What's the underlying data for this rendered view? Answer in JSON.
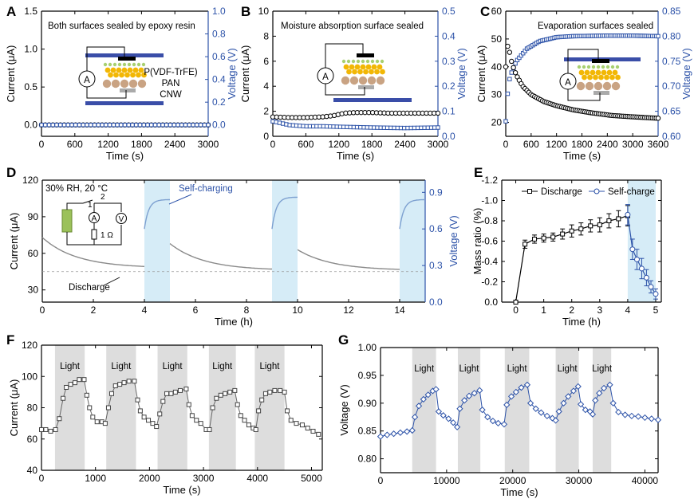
{
  "colors": {
    "black": "#000000",
    "blue": "#2c52a8",
    "gray": "#888888",
    "shade_blue": "#d6ecf7",
    "shade_gray": "#dddddd",
    "bar_blue": "#3a4ea8",
    "dot_green": "#a8d070",
    "dot_yellow": "#f2b705",
    "dot_brown": "#c9a383"
  },
  "chart_data": [
    {
      "panel": "A",
      "type": "scatter",
      "annotation": "Both surfaces sealed by epoxy resin",
      "labels": [
        "P(VDF-TrFE)",
        "PAN",
        "CNW"
      ],
      "meter": "A",
      "xlabel": "Time (s)",
      "ylabel": "Current (μA)",
      "y2label": "Voltage (V)",
      "xlim": [
        0,
        3000
      ],
      "xticks": [
        0,
        600,
        1200,
        1800,
        2400,
        3000
      ],
      "ylim": [
        -0.15,
        1.5
      ],
      "yticks": [
        0.0,
        0.5,
        1.0,
        1.5
      ],
      "ytick_labels": [
        "0.0",
        "0.5",
        "1.0",
        "1.5"
      ],
      "y2lim": [
        -0.1,
        1.0
      ],
      "y2ticks": [
        0.0,
        0.2,
        0.4,
        0.6,
        0.8,
        1.0
      ],
      "y2tick_labels": [
        "0.0",
        "0.2",
        "0.4",
        "0.6",
        "0.8",
        "1.0"
      ],
      "current": {
        "x_start": 0,
        "x_end": 3000,
        "n": 45,
        "y_start": 0.0,
        "y_end": 0.0
      },
      "voltage": {
        "x_start": 0,
        "x_end": 3000,
        "n": 45,
        "y_start": 0.0,
        "y_end": 0.0
      }
    },
    {
      "panel": "B",
      "type": "scatter",
      "annotation": "Moisture absorption surface sealed",
      "meter": "A",
      "xlabel": "Time (s)",
      "ylabel": "Current (μA)",
      "y2label": "Voltage (V)",
      "xlim": [
        0,
        3000
      ],
      "xticks": [
        0,
        600,
        1200,
        1800,
        2400,
        3000
      ],
      "ylim": [
        0,
        10
      ],
      "yticks": [
        0,
        2,
        4,
        6,
        8,
        10
      ],
      "ytick_labels": [
        "0",
        "2",
        "4",
        "6",
        "8",
        "10"
      ],
      "y2lim": [
        0,
        0.5
      ],
      "y2ticks": [
        0.0,
        0.1,
        0.2,
        0.3,
        0.4,
        0.5
      ],
      "y2tick_labels": [
        "0.0",
        "0.1",
        "0.2",
        "0.3",
        "0.4",
        "0.5"
      ],
      "current": {
        "points": [
          [
            0,
            1.55
          ],
          [
            300,
            1.5
          ],
          [
            600,
            1.5
          ],
          [
            900,
            1.55
          ],
          [
            1100,
            1.65
          ],
          [
            1300,
            1.85
          ],
          [
            1500,
            1.9
          ],
          [
            1800,
            1.9
          ],
          [
            2100,
            1.85
          ],
          [
            2400,
            1.85
          ],
          [
            2700,
            1.85
          ],
          [
            3000,
            1.85
          ]
        ],
        "n": 44
      },
      "voltage": {
        "points": [
          [
            0,
            0.06
          ],
          [
            300,
            0.045
          ],
          [
            600,
            0.04
          ],
          [
            900,
            0.04
          ],
          [
            1200,
            0.038
          ],
          [
            1800,
            0.035
          ],
          [
            2400,
            0.033
          ],
          [
            3000,
            0.035
          ]
        ],
        "n": 50
      }
    },
    {
      "panel": "C",
      "type": "scatter",
      "annotation": "Evaporation surfaces sealed",
      "meter": "A",
      "xlabel": "Time (s)",
      "ylabel": "Current (μA)",
      "y2label": "Voltage (V)",
      "xlim": [
        0,
        3600
      ],
      "xticks": [
        0,
        600,
        1200,
        1800,
        2400,
        3000,
        3600
      ],
      "ylim": [
        15,
        60
      ],
      "yticks": [
        20,
        30,
        40,
        50,
        60
      ],
      "ytick_labels": [
        "20",
        "30",
        "40",
        "50",
        "60"
      ],
      "y2lim": [
        0.6,
        0.85
      ],
      "y2ticks": [
        0.6,
        0.65,
        0.7,
        0.75,
        0.8,
        0.85
      ],
      "y2tick_labels": [
        "0.60",
        "0.65",
        "0.70",
        "0.75",
        "0.80",
        "0.85"
      ],
      "current": {
        "points": [
          [
            0,
            40
          ],
          [
            30,
            48
          ],
          [
            80,
            46
          ],
          [
            150,
            41
          ],
          [
            250,
            37
          ],
          [
            400,
            33
          ],
          [
            600,
            30
          ],
          [
            900,
            27.5
          ],
          [
            1200,
            26
          ],
          [
            1600,
            24.5
          ],
          [
            2000,
            23.5
          ],
          [
            2500,
            22.5
          ],
          [
            3000,
            22
          ],
          [
            3600,
            21.5
          ]
        ],
        "n": 80
      },
      "voltage": {
        "points": [
          [
            0,
            0.63
          ],
          [
            30,
            0.675
          ],
          [
            100,
            0.72
          ],
          [
            250,
            0.75
          ],
          [
            500,
            0.775
          ],
          [
            800,
            0.79
          ],
          [
            1200,
            0.798
          ],
          [
            1600,
            0.8
          ],
          [
            2400,
            0.801
          ],
          [
            3000,
            0.801
          ],
          [
            3600,
            0.8
          ]
        ],
        "n": 80
      }
    },
    {
      "panel": "D",
      "type": "line",
      "annotation": "30% RH, 20 °C",
      "label_discharge": "Discharge",
      "label_selfcharge": "Self-charging",
      "circuit_labels": [
        "1",
        "2",
        "A",
        "V",
        "1 Ω"
      ],
      "xlabel": "Time (h)",
      "ylabel": "Current (μA)",
      "y2label": "Voltage (V)",
      "xlim": [
        0,
        15
      ],
      "xticks": [
        0,
        2,
        4,
        6,
        8,
        10,
        12,
        14
      ],
      "ylim": [
        20,
        120
      ],
      "yticks": [
        30,
        60,
        90,
        120
      ],
      "ytick_labels": [
        "30",
        "60",
        "90",
        "120"
      ],
      "y2lim": [
        0.0,
        1.0
      ],
      "y2ticks": [
        0.0,
        0.3,
        0.6,
        0.9
      ],
      "y2tick_labels": [
        "0.0",
        "0.3",
        "0.6",
        "0.9"
      ],
      "shaded": [
        [
          4,
          5
        ],
        [
          9,
          10
        ],
        [
          14,
          15
        ]
      ],
      "discharge": [
        {
          "x0": 0,
          "x1": 4,
          "y0": 73,
          "y1": 48
        },
        {
          "x0": 5,
          "x1": 9,
          "y0": 68,
          "y1": 46
        },
        {
          "x0": 10,
          "x1": 14,
          "y0": 63,
          "y1": 46
        }
      ],
      "selfcharge": [
        {
          "x0": 4,
          "x1": 5,
          "v0": 0.6,
          "v1": 0.84
        },
        {
          "x0": 9,
          "x1": 10,
          "v0": 0.6,
          "v1": 0.86
        },
        {
          "x0": 14,
          "x1": 15,
          "v0": 0.6,
          "v1": 0.84
        }
      ]
    },
    {
      "panel": "E",
      "type": "line",
      "xlabel": "Time (h)",
      "ylabel": "Mass ratio (%)",
      "xlim": [
        -0.5,
        5.2
      ],
      "xticks": [
        0,
        1,
        2,
        3,
        4,
        5
      ],
      "ylim": [
        0.0,
        -1.2
      ],
      "yticks": [
        0.0,
        -0.2,
        -0.4,
        -0.6,
        -0.8,
        -1.0,
        -1.2
      ],
      "ytick_labels": [
        "0.0",
        "-0.2",
        "-0.4",
        "-0.6",
        "-0.8",
        "-1.0",
        "-1.2"
      ],
      "shaded": [
        [
          4,
          5
        ]
      ],
      "legend": [
        "Discharge",
        "Self-charge"
      ],
      "discharge": {
        "x": [
          0,
          0.33,
          0.67,
          1.0,
          1.33,
          1.67,
          2.0,
          2.33,
          2.67,
          3.0,
          3.33,
          3.67,
          4.0
        ],
        "y": [
          0.0,
          -0.57,
          -0.62,
          -0.63,
          -0.64,
          -0.67,
          -0.7,
          -0.72,
          -0.75,
          -0.76,
          -0.8,
          -0.82,
          -0.85
        ],
        "err": [
          0.02,
          0.04,
          0.04,
          0.04,
          0.04,
          0.05,
          0.06,
          0.06,
          0.06,
          0.07,
          0.07,
          0.08,
          0.1
        ]
      },
      "selfcharge": {
        "x": [
          4.0,
          4.17,
          4.33,
          4.5,
          4.67,
          4.83,
          5.0
        ],
        "y": [
          -0.86,
          -0.52,
          -0.42,
          -0.33,
          -0.24,
          -0.15,
          -0.08
        ],
        "err": [
          0.1,
          0.1,
          0.1,
          0.1,
          0.08,
          0.06,
          0.05
        ]
      }
    },
    {
      "panel": "F",
      "type": "line",
      "xlabel": "Time (s)",
      "ylabel": "Current (μA)",
      "xlim": [
        0,
        5200
      ],
      "xticks": [
        0,
        1000,
        2000,
        3000,
        4000,
        5000
      ],
      "ylim": [
        40,
        120
      ],
      "yticks": [
        40,
        60,
        80,
        100,
        120
      ],
      "ytick_labels": [
        "40",
        "60",
        "80",
        "100",
        "120"
      ],
      "shade_label": "Light",
      "shaded": [
        [
          250,
          800
        ],
        [
          1200,
          1750
        ],
        [
          2150,
          2700
        ],
        [
          3100,
          3600
        ],
        [
          3950,
          4500
        ]
      ],
      "points": [
        [
          0,
          66
        ],
        [
          80,
          66
        ],
        [
          170,
          65
        ],
        [
          260,
          66
        ],
        [
          330,
          73
        ],
        [
          400,
          86
        ],
        [
          460,
          93
        ],
        [
          540,
          95
        ],
        [
          620,
          96
        ],
        [
          700,
          98
        ],
        [
          790,
          98
        ],
        [
          840,
          88
        ],
        [
          890,
          80
        ],
        [
          950,
          74
        ],
        [
          1030,
          71
        ],
        [
          1120,
          71
        ],
        [
          1180,
          70
        ],
        [
          1240,
          80
        ],
        [
          1300,
          89
        ],
        [
          1370,
          94
        ],
        [
          1450,
          95
        ],
        [
          1530,
          96
        ],
        [
          1620,
          97
        ],
        [
          1720,
          97
        ],
        [
          1780,
          85
        ],
        [
          1830,
          78
        ],
        [
          1900,
          74
        ],
        [
          1980,
          72
        ],
        [
          2060,
          70
        ],
        [
          2130,
          68
        ],
        [
          2190,
          76
        ],
        [
          2250,
          84
        ],
        [
          2320,
          89
        ],
        [
          2400,
          89
        ],
        [
          2480,
          90
        ],
        [
          2570,
          91
        ],
        [
          2680,
          92
        ],
        [
          2730,
          82
        ],
        [
          2790,
          75
        ],
        [
          2870,
          72
        ],
        [
          2950,
          70
        ],
        [
          3050,
          66
        ],
        [
          3110,
          66
        ],
        [
          3170,
          80
        ],
        [
          3240,
          86
        ],
        [
          3320,
          88
        ],
        [
          3400,
          89
        ],
        [
          3490,
          90
        ],
        [
          3580,
          91
        ],
        [
          3630,
          82
        ],
        [
          3690,
          75
        ],
        [
          3760,
          72
        ],
        [
          3840,
          69
        ],
        [
          3920,
          67
        ],
        [
          3970,
          66
        ],
        [
          4020,
          78
        ],
        [
          4080,
          85
        ],
        [
          4150,
          89
        ],
        [
          4230,
          90
        ],
        [
          4320,
          91
        ],
        [
          4420,
          91
        ],
        [
          4500,
          90
        ],
        [
          4550,
          78
        ],
        [
          4620,
          72
        ],
        [
          4720,
          70
        ],
        [
          4830,
          69
        ],
        [
          4930,
          67
        ],
        [
          5030,
          65
        ],
        [
          5130,
          63
        ]
      ]
    },
    {
      "panel": "G",
      "type": "line",
      "xlabel": "Time (s)",
      "ylabel": "Voltage (V)",
      "xlim": [
        0,
        42000
      ],
      "xticks": [
        0,
        10000,
        20000,
        30000,
        40000
      ],
      "ylim": [
        0.775,
        1.0
      ],
      "yticks": [
        0.8,
        0.85,
        0.9,
        0.95,
        1.0
      ],
      "ytick_labels": [
        "0.80",
        "0.85",
        "0.90",
        "0.95",
        "1.00"
      ],
      "shade_label": "Light",
      "shaded": [
        [
          4800,
          8400
        ],
        [
          11700,
          15100
        ],
        [
          18800,
          22500
        ],
        [
          26500,
          30000
        ],
        [
          32100,
          34900
        ]
      ],
      "points": [
        [
          0,
          0.84
        ],
        [
          1000,
          0.843
        ],
        [
          2000,
          0.845
        ],
        [
          3000,
          0.847
        ],
        [
          4000,
          0.849
        ],
        [
          4800,
          0.851
        ],
        [
          5200,
          0.875
        ],
        [
          5800,
          0.895
        ],
        [
          6500,
          0.907
        ],
        [
          7200,
          0.915
        ],
        [
          7900,
          0.922
        ],
        [
          8400,
          0.925
        ],
        [
          8800,
          0.885
        ],
        [
          9500,
          0.878
        ],
        [
          10300,
          0.872
        ],
        [
          11000,
          0.865
        ],
        [
          11600,
          0.857
        ],
        [
          12000,
          0.89
        ],
        [
          12700,
          0.905
        ],
        [
          13400,
          0.913
        ],
        [
          14200,
          0.918
        ],
        [
          15000,
          0.923
        ],
        [
          15400,
          0.888
        ],
        [
          16200,
          0.875
        ],
        [
          17000,
          0.868
        ],
        [
          17800,
          0.864
        ],
        [
          18700,
          0.862
        ],
        [
          19100,
          0.897
        ],
        [
          19800,
          0.912
        ],
        [
          20500,
          0.92
        ],
        [
          21300,
          0.928
        ],
        [
          22200,
          0.933
        ],
        [
          22700,
          0.9
        ],
        [
          23500,
          0.89
        ],
        [
          24300,
          0.883
        ],
        [
          25200,
          0.877
        ],
        [
          26000,
          0.873
        ],
        [
          26500,
          0.869
        ],
        [
          27000,
          0.885
        ],
        [
          27700,
          0.9
        ],
        [
          28400,
          0.912
        ],
        [
          29200,
          0.922
        ],
        [
          29900,
          0.93
        ],
        [
          30300,
          0.898
        ],
        [
          31000,
          0.888
        ],
        [
          31700,
          0.885
        ],
        [
          32100,
          0.88
        ],
        [
          32500,
          0.905
        ],
        [
          33100,
          0.918
        ],
        [
          33800,
          0.927
        ],
        [
          34700,
          0.933
        ],
        [
          35200,
          0.9
        ],
        [
          36000,
          0.884
        ],
        [
          37000,
          0.879
        ],
        [
          38000,
          0.877
        ],
        [
          39000,
          0.876
        ],
        [
          40000,
          0.874
        ],
        [
          41000,
          0.872
        ],
        [
          42000,
          0.87
        ]
      ]
    }
  ]
}
